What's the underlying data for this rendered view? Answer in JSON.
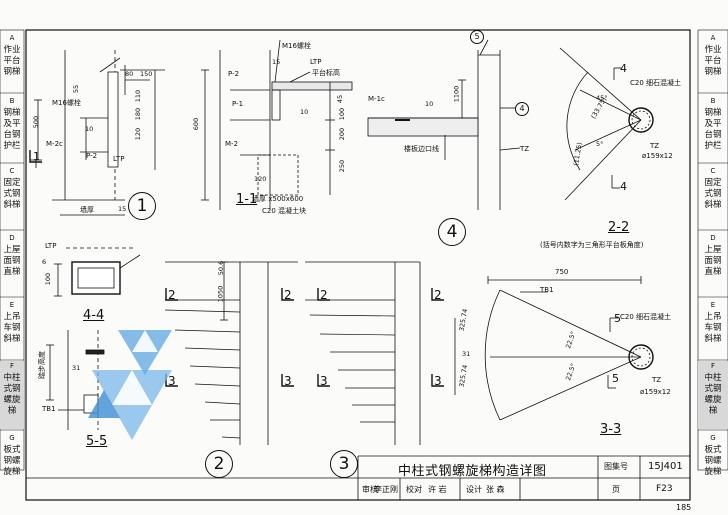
{
  "sidebar_left": [
    {
      "code": "A",
      "lines": [
        "作业",
        "平台",
        "钢梯"
      ]
    },
    {
      "code": "B",
      "lines": [
        "钢梯",
        "及平",
        "台钢",
        "护栏"
      ]
    },
    {
      "code": "C",
      "lines": [
        "固定",
        "式钢",
        "斜梯"
      ]
    },
    {
      "code": "D",
      "lines": [
        "上屋",
        "面钢",
        "直梯"
      ]
    },
    {
      "code": "E",
      "lines": [
        "上吊",
        "车钢",
        "斜梯"
      ]
    },
    {
      "code": "F",
      "lines": [
        "中柱",
        "式钢",
        "螺旋",
        "梯"
      ]
    },
    {
      "code": "G",
      "lines": [
        "板式",
        "钢螺",
        "旋梯"
      ]
    }
  ],
  "sidebar_right": [
    {
      "code": "A",
      "lines": [
        "作业",
        "平台",
        "钢梯"
      ]
    },
    {
      "code": "B",
      "lines": [
        "钢梯",
        "及平",
        "台钢",
        "护栏"
      ]
    },
    {
      "code": "C",
      "lines": [
        "固定",
        "式钢",
        "斜梯"
      ]
    },
    {
      "code": "D",
      "lines": [
        "上屋",
        "面钢",
        "直梯"
      ]
    },
    {
      "code": "E",
      "lines": [
        "上吊",
        "车钢",
        "斜梯"
      ]
    },
    {
      "code": "F",
      "lines": [
        "中柱",
        "式钢",
        "螺旋",
        "梯"
      ]
    },
    {
      "code": "G",
      "lines": [
        "板式",
        "钢螺",
        "旋梯"
      ]
    }
  ],
  "detail1": {
    "circle": "1",
    "m16": "M16螺栓",
    "m2c": "M-2c",
    "p2": "P-2",
    "ltp": "LTP",
    "wall": "墙厚",
    "dim_500": "500",
    "dim_55": "55",
    "dim_80": "80",
    "dim_150": "150",
    "dim_15": "15",
    "dim_10": "10",
    "dim_180": "180",
    "dim_120": "120",
    "dim_110": "110",
    "marker": "1"
  },
  "section11": {
    "label": "1-1",
    "m16": "M16螺栓",
    "ltp": "LTP",
    "platform": "平台标高",
    "p2": "P-2",
    "p1": "P-1",
    "m2": "M-2",
    "dim_600": "600",
    "dim_15": "15",
    "dim_45": "45",
    "dim_10": "10",
    "dim_100": "100",
    "dim_200": "200",
    "dim_250": "250",
    "dim_120": "120",
    "wall": "墙厚 x500x600",
    "block": "C20 混凝土块"
  },
  "detail4": {
    "circle": "4",
    "ref5": "5",
    "ref4": "4",
    "m1c": "M-1c",
    "dim_10": "10",
    "dim_1100": "1100",
    "edge": "楼板边口线",
    "tz": "TZ"
  },
  "section22": {
    "label": "2-2",
    "note": "(括号内数字为三角形平台板角度)",
    "marker_top": "4",
    "marker_bot": "4",
    "concrete": "C20 细石混凝土",
    "tz": "TZ",
    "pipe": "ø159x12",
    "a45": "45°",
    "a3373": "(33.75)",
    "a1125": "(11.25)",
    "a5": "5°"
  },
  "section44": {
    "label": "4-4",
    "ltp": "LTP",
    "dim_100": "100",
    "dim_6": "6"
  },
  "detail2": {
    "circle": "2",
    "dim_1050": "1050",
    "dim_506": "50.6",
    "m2": "2",
    "m3": "3"
  },
  "detail3": {
    "circle": "3"
  },
  "section33": {
    "label": "3-3",
    "dim_750": "750",
    "tb1": "TB1",
    "concrete": "C20 细石混凝土",
    "tz": "TZ",
    "pipe": "ø159x12",
    "a225a": "22.5°",
    "a225b": "22.5°",
    "r1": "325.74",
    "r2": "325.74",
    "marker_top": "5",
    "marker_bot": "5",
    "d31": "31"
  },
  "section55": {
    "label": "5-5",
    "tb1": "TB1",
    "step": "踏步高度",
    "d31": "31"
  },
  "title_block": {
    "title": "中柱式钢螺旋梯构造详图",
    "atlas_label": "图集号",
    "atlas_no": "15J401",
    "page_label": "页",
    "page_no": "F23",
    "review": "审核",
    "reviewer": "李正刚",
    "check": "校对",
    "checker": "许 岩",
    "design": "设计",
    "designer": "张 森"
  },
  "page_number": "185"
}
